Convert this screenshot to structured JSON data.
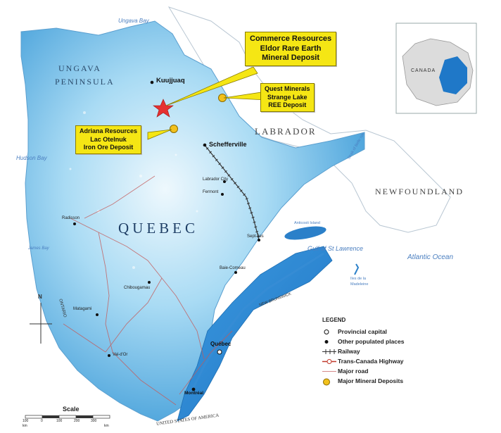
{
  "labels": {
    "ungava_bay": "Ungava Bay",
    "ungava_peninsula_1": "UNGAVA",
    "ungava_peninsula_2": "PENINSULA",
    "quebec": "QUEBEC",
    "labrador": "LABRADOR",
    "newfoundland": "NEWFOUNDLAND",
    "hudson_bay": "Hudson Bay",
    "james_bay": "James Bay",
    "gulf": "Gulf of St Lawrence",
    "atlantic": "Atlantic Ocean",
    "anticosti": "Anticosti Island",
    "magdalen_1": "Iles de la",
    "magdalen_2": "Madeleine",
    "strait": "Strait of Belle Isle",
    "new_brunswick": "NEW BRUNSWICK",
    "ontario": "ONTARIO",
    "usa": "UNITED STATES OF AMERICA"
  },
  "cities": {
    "kuujjuaq": "Kuujjuaq",
    "schefferville": "Schefferville",
    "labrador_city": "Labrador City",
    "fermont": "Fermont",
    "radisson": "Radisson",
    "sept_iles": "Sept-Îles",
    "baie_comeau": "Baie-Comeau",
    "chibougamau": "Chibougamau",
    "matagami": "Matagami",
    "val_dor": "Val-d'Or",
    "quebec_city": "Québec",
    "montreal": "Montréal"
  },
  "callouts": {
    "commerce": [
      "Commerce Resources",
      "Eldor Rare Earth",
      "Mineral Deposit"
    ],
    "quest": [
      "Quest Minerals",
      "Strange Lake",
      "REE Deposit"
    ],
    "adriana": [
      "Adriana Resources",
      "Lac Otelnuk",
      "Iron Ore Deposit"
    ]
  },
  "inset": {
    "label": "CANADA"
  },
  "legend": {
    "title": "LEGEND",
    "items": [
      "Provincial capital",
      "Other populated places",
      "Railway",
      "Trans-Canada Highway",
      "Major road",
      "Major Mineral Deposits"
    ]
  },
  "scale": {
    "title": "Scale",
    "ticks": [
      "100",
      "0",
      "100",
      "200",
      "300"
    ],
    "units": [
      "km",
      "km"
    ]
  },
  "north": "N",
  "colors": {
    "quebec_fill": "#7ec3ea",
    "land_other": "#ffffff",
    "deposit": "#f2c11c",
    "star": "#e53131",
    "callout": "#f5e614",
    "water_text": "#4b7fc0"
  }
}
